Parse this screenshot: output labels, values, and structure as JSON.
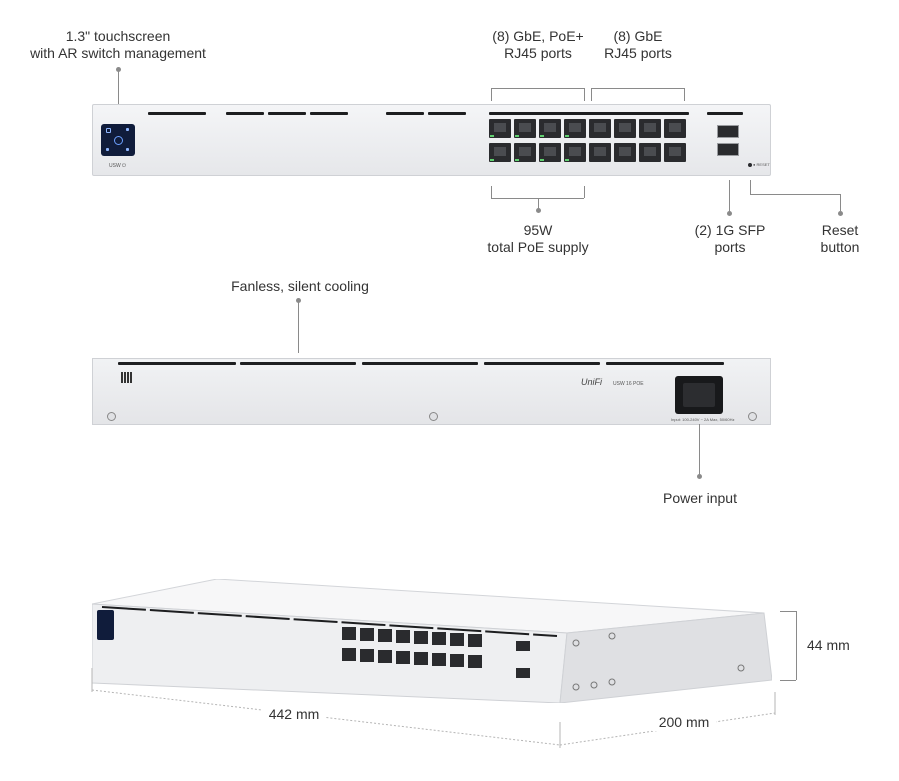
{
  "labels": {
    "touchscreen_line1": "1.3\" touchscreen",
    "touchscreen_line2": "with AR switch management",
    "gbe_poe_line1": "(8) GbE, PoE+",
    "gbe_poe_line2": "RJ45 ports",
    "gbe_line1": "(8) GbE",
    "gbe_line2": "RJ45 ports",
    "poe_supply_line1": "95W",
    "poe_supply_line2": "total PoE supply",
    "sfp_line1": "(2) 1G SFP",
    "sfp_line2": "ports",
    "reset_line1": "Reset",
    "reset_line2": "button",
    "fanless": "Fanless, silent cooling",
    "power_input": "Power input",
    "width_dim": "442 mm",
    "depth_dim": "200 mm",
    "height_dim": "44 mm"
  },
  "device_text": {
    "front_logo": "USW ⏻",
    "reset_tag": "● RESET",
    "back_brand": "UniFi",
    "back_model": "USW 16 POE",
    "power_rating": "Input: 100-240V ~ 2A Max, 50/60Hz"
  },
  "icons": [
    "screen-home-icon",
    "screen-signal-icon",
    "reset-hole-icon",
    "qr-code-icon"
  ]
}
